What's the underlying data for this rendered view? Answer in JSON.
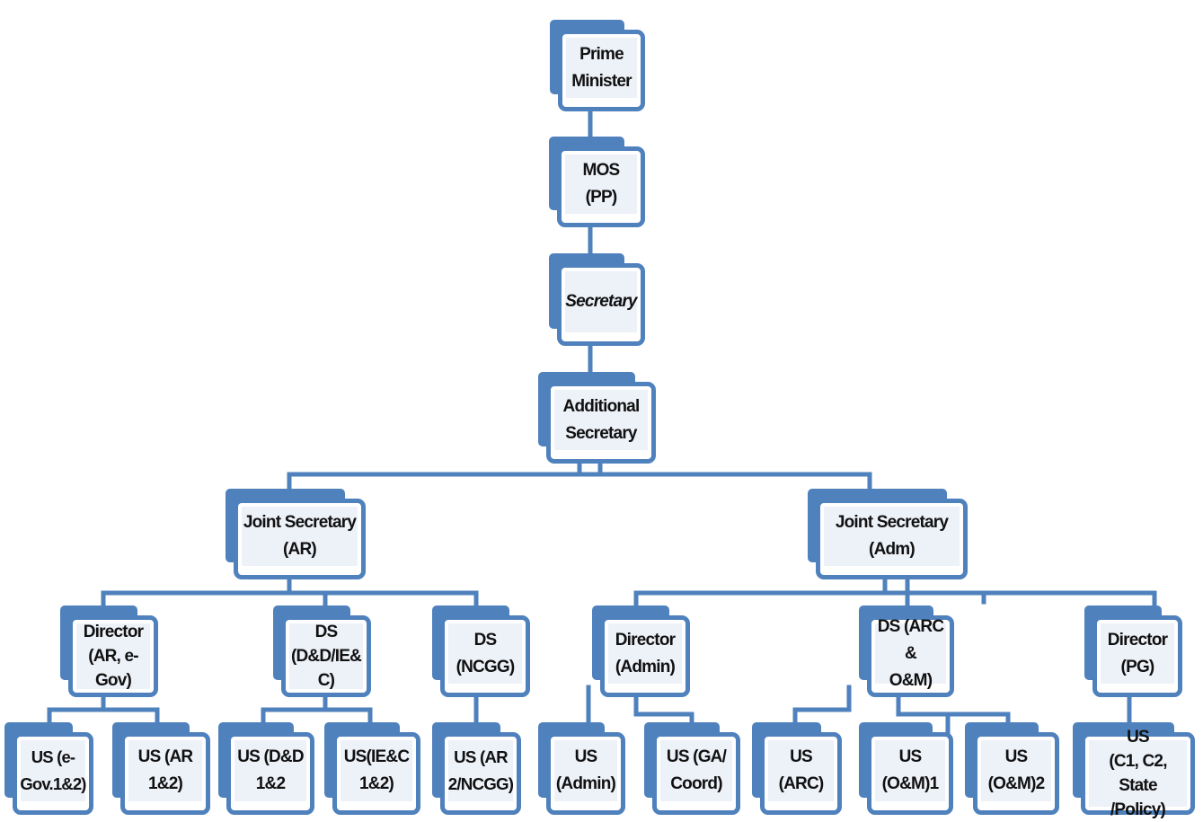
{
  "colors": {
    "accent": "#4f81bd",
    "fill": "#edf1f8"
  },
  "nodes": {
    "pm": "Prime\nMinister",
    "mos": "MOS (PP)",
    "secretary": "Secretary",
    "addl_secretary": "Additional\nSecretary",
    "js_ar": "Joint Secretary\n(AR)",
    "js_adm": "Joint Secretary\n(Adm)",
    "dir_ar": "Director\n(AR, e-\nGov)",
    "ds_dd": "DS\n(D&D/IE&\nC)",
    "ds_ncgg": "DS\n(NCGG)",
    "dir_admin": "Director\n(Admin)",
    "ds_arc": "DS (ARC &\nO&M)",
    "dir_pg": "Director\n(PG)",
    "us_egov": "US (e-\nGov.1&2)",
    "us_ar": "US (AR\n1&2)",
    "us_dd": "US (D&D\n1&2",
    "us_iec": "US(IE&C\n1&2)",
    "us_ar2": "US (AR\n2/NCGG)",
    "us_admin": "US\n(Admin)",
    "us_ga": "US (GA/\nCoord)",
    "us_arc": "US (ARC)",
    "us_om1": "US\n(O&M)1",
    "us_om2": "US\n(O&M)2",
    "us_c1": "US\n(C1, C2, State\n/Policy)"
  }
}
